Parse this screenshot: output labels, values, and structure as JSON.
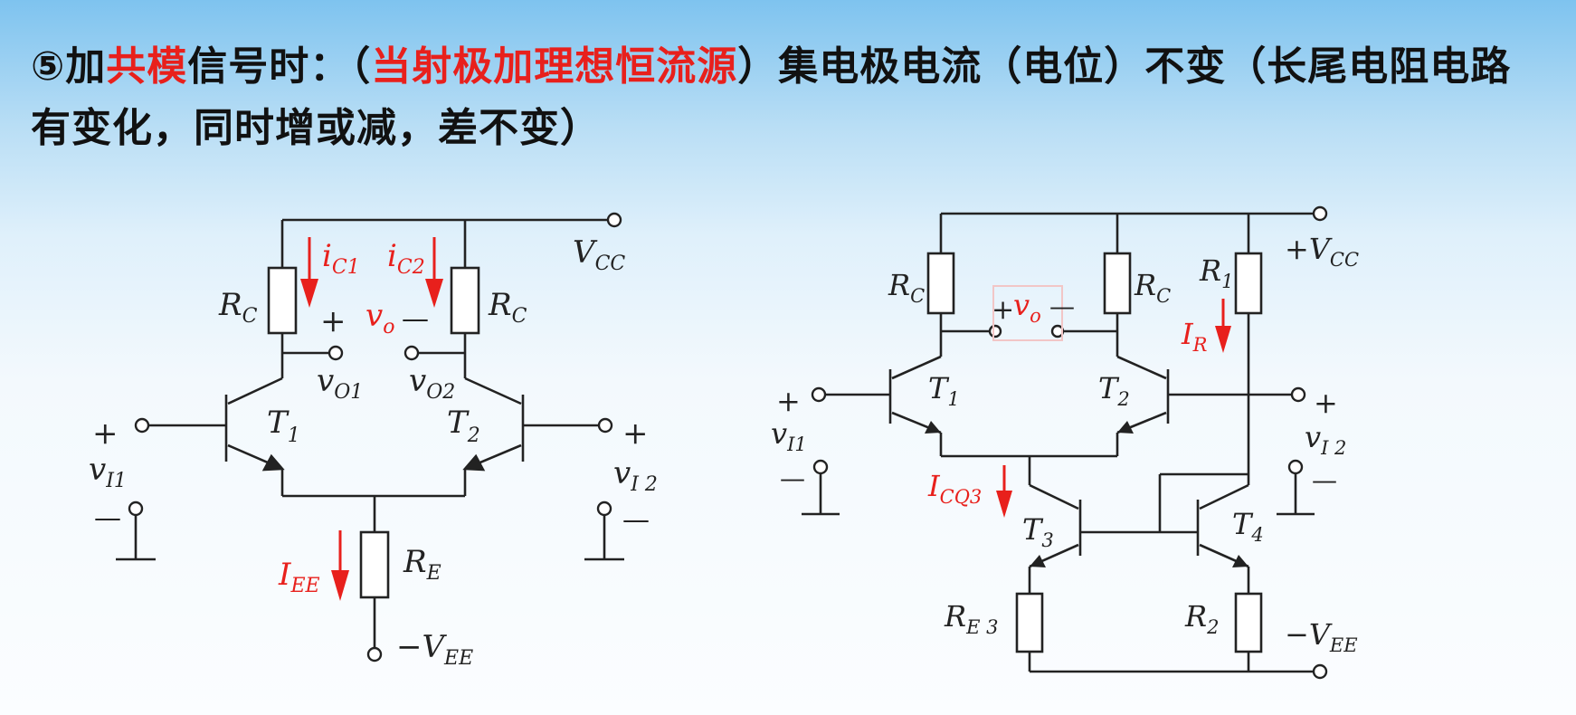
{
  "title": {
    "part1": "⑤加",
    "part2_red": "共模",
    "part3": "信号时：（",
    "part4_red": "当射极加理想恒流源",
    "part5": "）集电极电流（电位）不变（长尾电阻电路有变化，同时增或减，差不变）"
  },
  "left_circuit": {
    "vcc": {
      "main": "V",
      "sub": "CC"
    },
    "rc_left": {
      "main": "R",
      "sub": "C"
    },
    "rc_right": {
      "main": "R",
      "sub": "C"
    },
    "ic1": {
      "main": "i",
      "sub": "C1"
    },
    "ic2": {
      "main": "i",
      "sub": "C2"
    },
    "vo": {
      "main": "v",
      "sub": "o"
    },
    "vo_plus": "+",
    "vo_minus": "—",
    "vo1": {
      "main": "v",
      "sub": "O1"
    },
    "vo2": {
      "main": "v",
      "sub": "O2"
    },
    "t1": {
      "main": "T",
      "sub": "1"
    },
    "t2": {
      "main": "T",
      "sub": "2"
    },
    "vi1": {
      "main": "v",
      "sub": "I1"
    },
    "vi2": {
      "main": "v",
      "sub": "I 2"
    },
    "vi1_plus": "+",
    "vi1_minus": "—",
    "vi2_plus": "+",
    "vi2_minus": "—",
    "iee": {
      "main": "I",
      "sub": "EE"
    },
    "re": {
      "main": "R",
      "sub": "E"
    },
    "vee": {
      "main": "−V",
      "sub": "EE"
    }
  },
  "right_circuit": {
    "vcc": {
      "main": "+V",
      "sub": "CC"
    },
    "rc_left": {
      "main": "R",
      "sub": "C"
    },
    "rc_right": {
      "main": "R",
      "sub": "C"
    },
    "r1": {
      "main": "R",
      "sub": "1"
    },
    "vo": {
      "main": "v",
      "sub": "o"
    },
    "vo_plus": "+",
    "vo_minus": "—",
    "ir": {
      "main": "I",
      "sub": "R"
    },
    "t1": {
      "main": "T",
      "sub": "1"
    },
    "t2": {
      "main": "T",
      "sub": "2"
    },
    "t3": {
      "main": "T",
      "sub": "3"
    },
    "t4": {
      "main": "T",
      "sub": "4"
    },
    "vi1": {
      "main": "v",
      "sub": "I1"
    },
    "vi2": {
      "main": "v",
      "sub": "I 2"
    },
    "vi1_plus": "+",
    "vi1_minus": "—",
    "vi2_plus": "+",
    "vi2_minus": "—",
    "icq3": {
      "main": "I",
      "sub": "CQ3"
    },
    "re3": {
      "main": "R",
      "sub": "E 3"
    },
    "r2": {
      "main": "R",
      "sub": "2"
    },
    "vee": {
      "main": "−V",
      "sub": "EE"
    }
  }
}
